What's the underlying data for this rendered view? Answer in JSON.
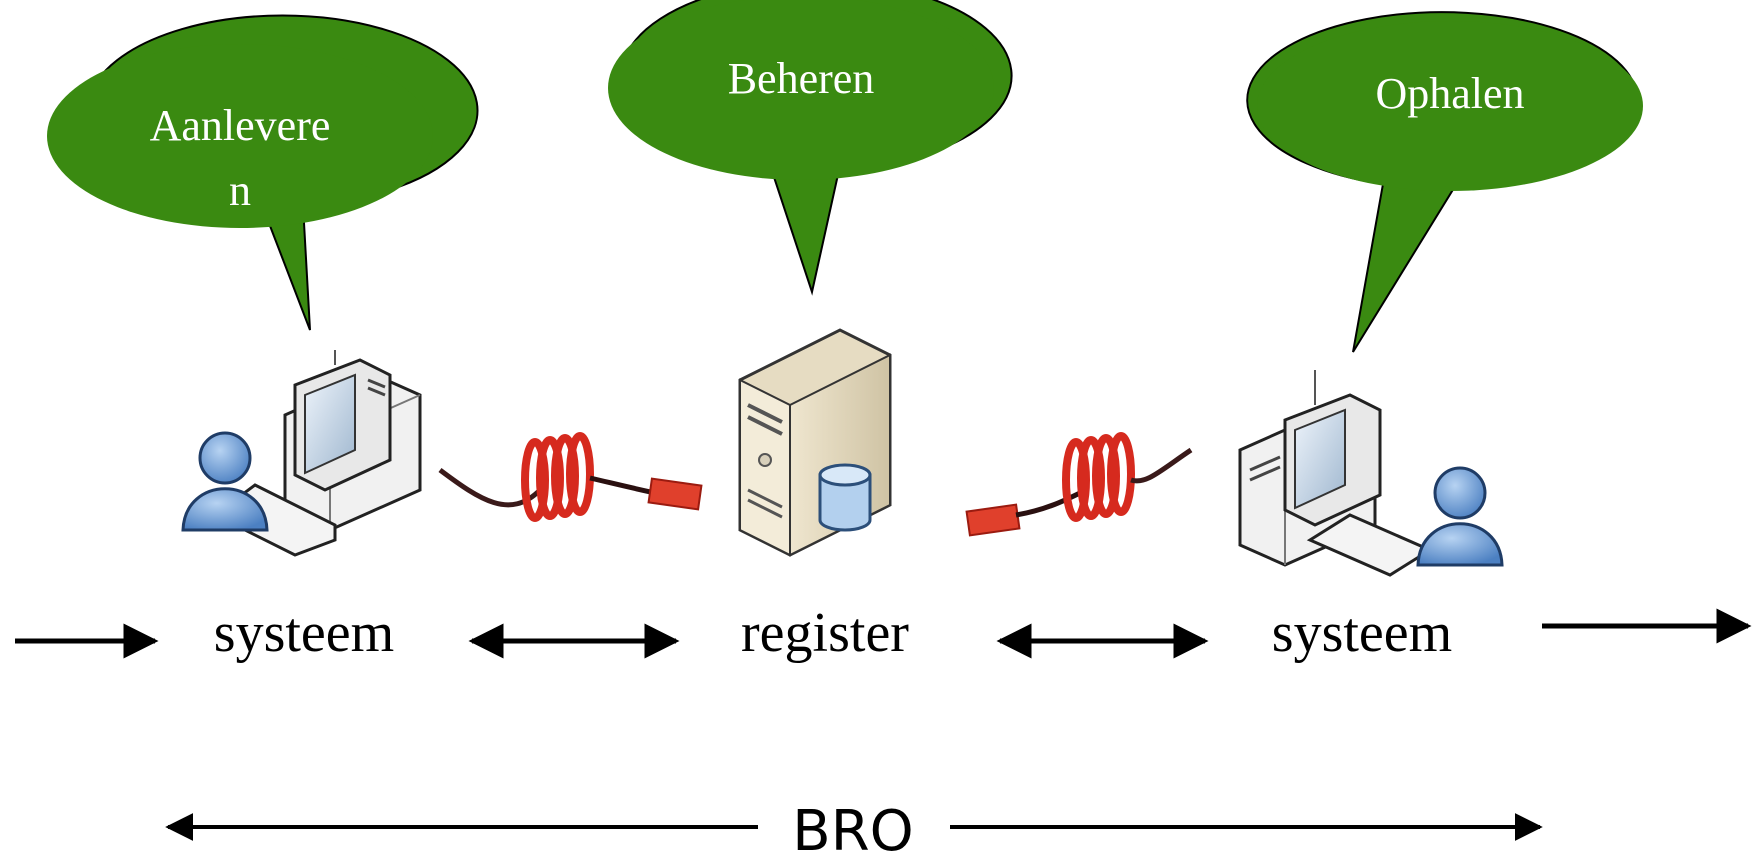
{
  "bubbles": {
    "left": {
      "line1": "Aanlevere",
      "line2": "n"
    },
    "center": {
      "text": "Beheren"
    },
    "right": {
      "text": "Ophalen"
    }
  },
  "nodes": {
    "left": "systeem",
    "center": "register",
    "right": "systeem"
  },
  "footer": {
    "label": "BRO"
  },
  "colors": {
    "bubble_fill": "#3a8a11",
    "cable_red": "#d62a1e",
    "stroke": "#000000"
  },
  "icons": [
    "user-computer-icon",
    "cable-icon",
    "database-server-icon",
    "cable-icon",
    "computer-user-icon"
  ]
}
